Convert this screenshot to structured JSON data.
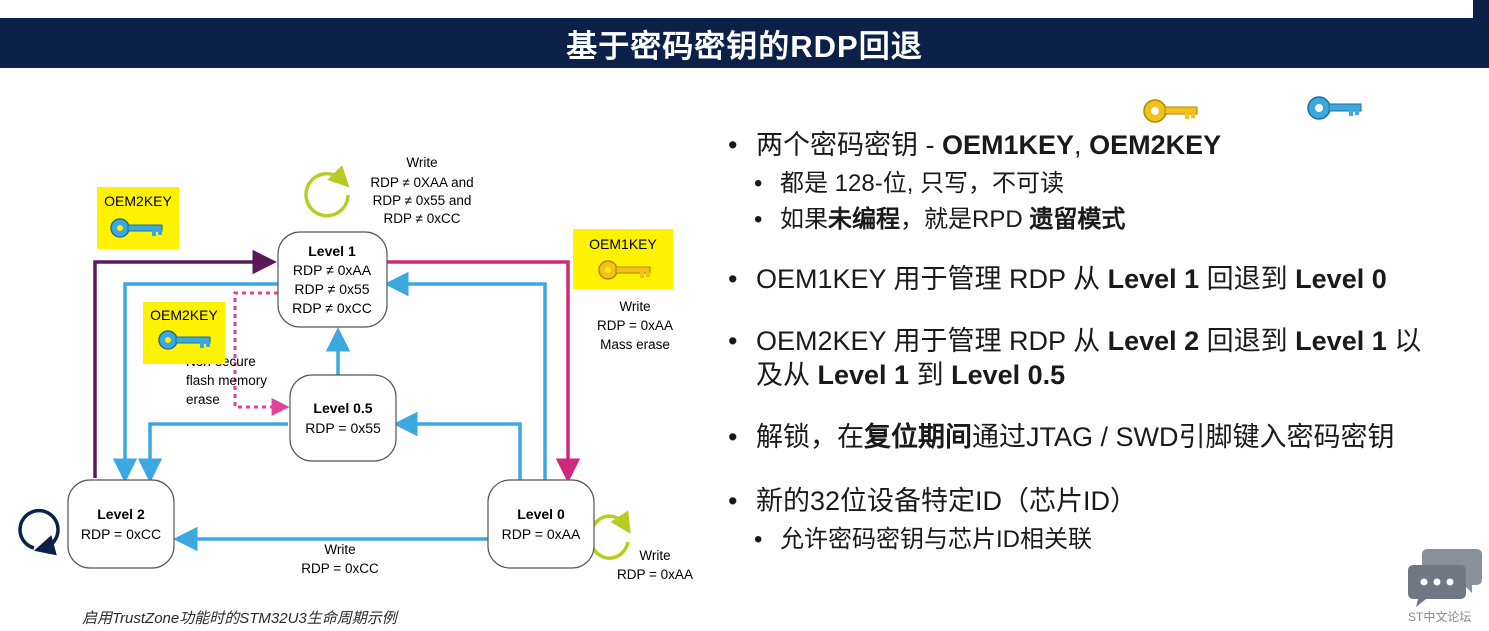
{
  "title": "基于密码密钥的RDP回退",
  "diagram": {
    "states": {
      "level1": {
        "name": "Level 1",
        "lines": [
          "RDP ≠ 0xAA",
          "RDP ≠ 0x55",
          "RDP  ≠ 0xCC"
        ]
      },
      "level05": {
        "name": "Level 0.5",
        "lines": [
          "RDP = 0x55"
        ]
      },
      "level2": {
        "name": "Level 2",
        "lines": [
          "RDP = 0xCC"
        ]
      },
      "level0": {
        "name": "Level 0",
        "lines": [
          "RDP = 0xAA"
        ]
      }
    },
    "labels": {
      "top_write": [
        "Write",
        "RDP ≠ 0XAA and",
        "RDP ≠ 0x55 and",
        "RDP ≠ 0xCC"
      ],
      "oem1_write": [
        "Write",
        "RDP = 0xAA",
        "Mass erase"
      ],
      "nonsecure": [
        "Non-secure",
        "flash memory",
        "erase"
      ],
      "bottom_write": [
        "Write",
        "RDP = 0xCC"
      ],
      "level0_write": [
        "Write",
        "RDP = 0xAA"
      ]
    },
    "keys": {
      "oem2_top": "OEM2KEY",
      "oem2_mid": "OEM2KEY",
      "oem1": "OEM1KEY"
    },
    "caption": "启用TrustZone功能时的STM32U3生命周期示例"
  },
  "bullets": {
    "b1_prefix": "两个密码密钥 - ",
    "b1_key1": "OEM1KEY",
    "b1_sep": ", ",
    "b1_key2": "OEM2KEY",
    "b1_sub1": "都是 128-位, 只写，不可读",
    "b1_sub2_pre": "如果",
    "b1_sub2_bold1": "未编程",
    "b1_sub2_mid": "，就是RPD ",
    "b1_sub2_bold2": "遗留模式",
    "b2_pre": "OEM1KEY 用于管理 RDP 从 ",
    "b2_l1": "Level 1",
    "b2_mid": " 回退到 ",
    "b2_l0": "Level 0",
    "b3_pre": "OEM2KEY 用于管理 RDP 从 ",
    "b3_l2": "Level 2",
    "b3_mid": " 回退到 ",
    "b3_l1": "Level 1",
    "b3_tail": " 以",
    "b3_line2_pre": "及从 ",
    "b3_line2_l1": "Level 1",
    "b3_line2_mid": " 到 ",
    "b3_line2_l05": "Level 0.5",
    "b4_pre": "解锁，在",
    "b4_bold": "复位期间",
    "b4_post": "通过JTAG / SWD引脚键入密码密钥",
    "b5": "新的32位设备特定ID（芯片ID）",
    "b5_sub": "允许密码密钥与芯片ID相关联"
  },
  "watermark": "ST中文论坛",
  "colors": {
    "title_bg": "#0b2149",
    "blue": "#3ba8e0",
    "magenta": "#d0287a",
    "purple": "#5a1a5a",
    "key_bg": "#fff200",
    "loop_green": "#b8cc1f",
    "loop_navy": "#0b2149"
  }
}
